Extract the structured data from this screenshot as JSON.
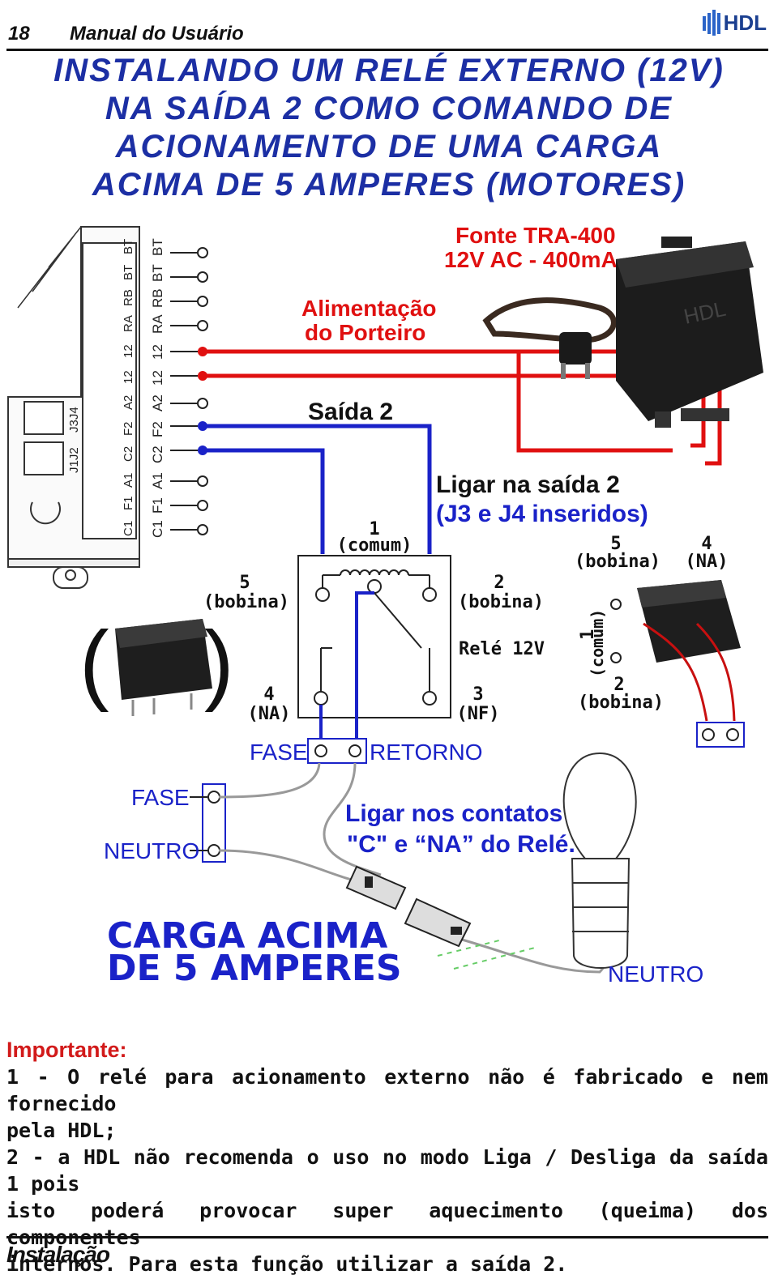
{
  "header": {
    "page_number": "18",
    "manual_title": "Manual do Usuário",
    "brand": "HDL"
  },
  "title_lines": [
    "INSTALANDO UM RELÉ EXTERNO (12V)",
    "NA SAÍDA 2 COMO COMANDO DE",
    "ACIONAMENTO DE UMA CARGA",
    "ACIMA DE 5 AMPERES (MOTORES)"
  ],
  "diagram": {
    "terminals": [
      "C1",
      "F1",
      "A1",
      "C2",
      "F2",
      "A2",
      "12",
      "12",
      "RA",
      "RB",
      "BT",
      "BT"
    ],
    "board_terminals": [
      "C1",
      "F1",
      "A1",
      "C2",
      "F2",
      "A2",
      "12",
      "12",
      "RA",
      "RB",
      "BT",
      "BT"
    ],
    "jumpers": [
      "J1J2",
      "J3J4"
    ],
    "fonte_line1": "Fonte TRA-400",
    "fonte_line2": "12V AC - 400mA",
    "alimentacao_line1": "Alimentação",
    "alimentacao_line2": "do Porteiro",
    "saida2": "Saída 2",
    "ligar_line1": "Ligar na saída 2",
    "ligar_line2": "(J3 e J4 inseridos)",
    "pin1_num": "1",
    "pin1_name": "(comum)",
    "pin2_num": "2",
    "pin2_name": "(bobina)",
    "pin3_num": "3",
    "pin3_name": "(NF)",
    "pin4_num": "4",
    "pin4_name": "(NA)",
    "pin5_num": "5",
    "pin5_name": "(bobina)",
    "rele": "Relé 12V",
    "fase": "FASE",
    "retorno": "RETORNO",
    "neutro": "NEUTRO",
    "contatos_line1": "Ligar nos contatos",
    "contatos_line2": "\"C\" e “NA” do Relé.",
    "carga_line1": "CARGA ACIMA",
    "carga_line2": "DE 5 AMPERES",
    "photo_brand": "HDL",
    "colors": {
      "blue": "#1a22c8",
      "red": "#e01010",
      "title": "#1c2fa4"
    }
  },
  "notes": {
    "heading": "Importante:",
    "line1": "1 - O relé para acionamento externo não é fabricado e nem fornecido",
    "line2": "pela HDL;",
    "line3": "2 - a HDL não recomenda o uso no modo Liga / Desliga da saída 1 pois",
    "line4": "isto poderá provocar super aquecimento (queima) dos componentes",
    "line5": "internos. Para esta função utilizar a saída 2."
  },
  "footer": {
    "section": "Instalação"
  }
}
